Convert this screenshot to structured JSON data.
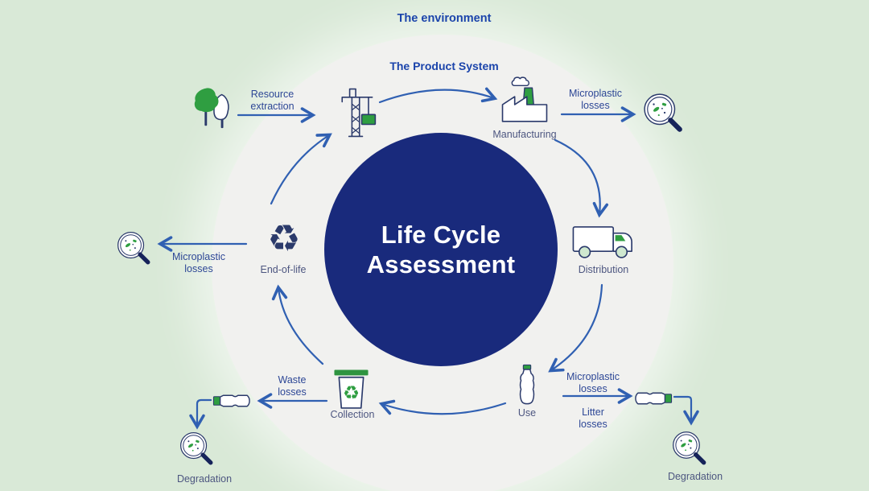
{
  "diagram": {
    "environment_label": "The environment",
    "product_system_label": "The Product System",
    "center_title": "Life Cycle Assessment"
  },
  "stages": [
    {
      "label": "Resource extraction"
    },
    {
      "label": "Manufacturing"
    },
    {
      "label": "Distribution"
    },
    {
      "label": "Use"
    },
    {
      "label": "Collection"
    },
    {
      "label": "End-of-life"
    }
  ],
  "losses": {
    "manufacturing_microplastic": "Microplastic losses",
    "end_of_life_microplastic": "Microplastic losses",
    "use_microplastic": "Microplastic losses",
    "use_litter": "Litter losses",
    "collection_waste": "Waste losses",
    "degradation_right": "Degradation",
    "degradation_left": "Degradation"
  },
  "icons": [
    "tree-icon",
    "crane-icon",
    "factory-icon",
    "truck-icon",
    "bottle-icon",
    "litter-bottle-icon",
    "recycling-bin-icon",
    "recycling-symbol-icon",
    "magnifier-microplastics-icon"
  ],
  "colors": {
    "background": "#d9e9d7",
    "environment_circle": "#f1f1ef",
    "lca_circle": "#192a7c",
    "arrow": "#3060b2",
    "accent_green": "#2f9e41",
    "icon_outline": "#2b3a6b",
    "magnifier_handle": "#16235a",
    "heading_blue": "#1b44ab",
    "loss_text": "#2d4796",
    "stage_text": "#4d5680"
  }
}
